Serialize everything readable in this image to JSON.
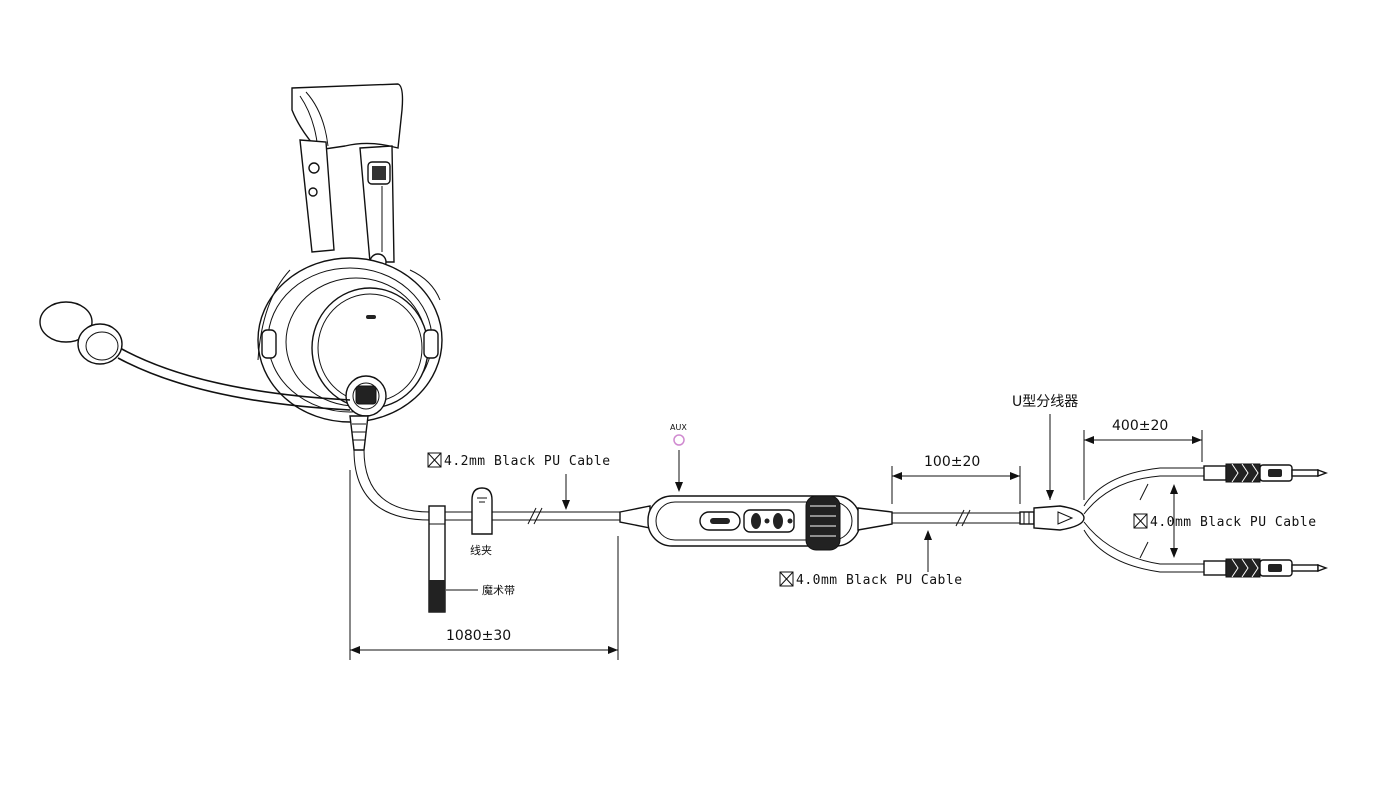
{
  "labels": {
    "cable_main": "4.2mm Black PU Cable",
    "cable_main_prefix": "",
    "cable_mid": "4.0mm Black PU Cable",
    "cable_split": "4.0mm Black PU Cable",
    "aux": "AUX",
    "splitter": "U型分线器",
    "clip": "线夹",
    "velcro": "魔术带",
    "dim_total": "1080±30",
    "dim_mid": "100±20",
    "dim_split": "400±20"
  },
  "colors": {
    "line": "#111111",
    "aux_ring": "#d08ad0"
  }
}
